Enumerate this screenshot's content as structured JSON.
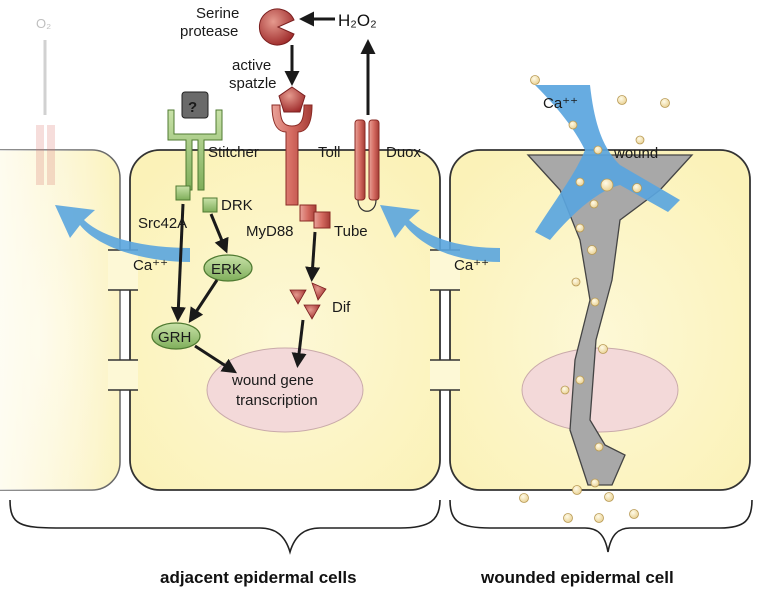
{
  "labels": {
    "serine": "Serine",
    "protease": "protease",
    "h2o2": "H₂O₂",
    "o2": "O₂",
    "active": "active",
    "spatzle": "spatzle",
    "question": "?",
    "stitcher": "Stitcher",
    "toll": "Toll",
    "duox": "Duox",
    "drk": "DRK",
    "src42a": "Src42A",
    "myd88": "MyD88",
    "tube": "Tube",
    "erk": "ERK",
    "dif": "Dif",
    "grh": "GRH",
    "wound_gene_1": "wound gene",
    "wound_gene_2": "transcription",
    "wound": "wound",
    "ca_left": "Ca⁺⁺",
    "ca_mid": "Ca⁺⁺",
    "ca_wound": "Ca⁺⁺",
    "adjacent": "adjacent epidermal cells",
    "wounded": "wounded epidermal cell"
  },
  "colors": {
    "cytoplasm": "#fbf6cf",
    "nucleus": "#f3d9d9",
    "stitcher_green": "#a9c98a",
    "toll_red": "#d97a6f",
    "calcium_blue": "#5aa5de",
    "wound_gray": "#a8a8a8",
    "protease_red": "#b23a3a",
    "granule": "#f5e3b3"
  }
}
